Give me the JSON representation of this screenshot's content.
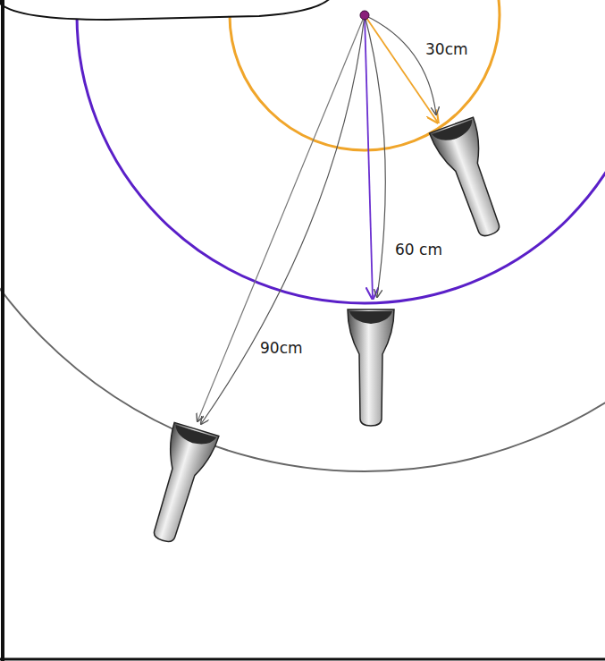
{
  "diagram": {
    "labels": [
      "30cm",
      "60 cm",
      "90cm"
    ]
  }
}
